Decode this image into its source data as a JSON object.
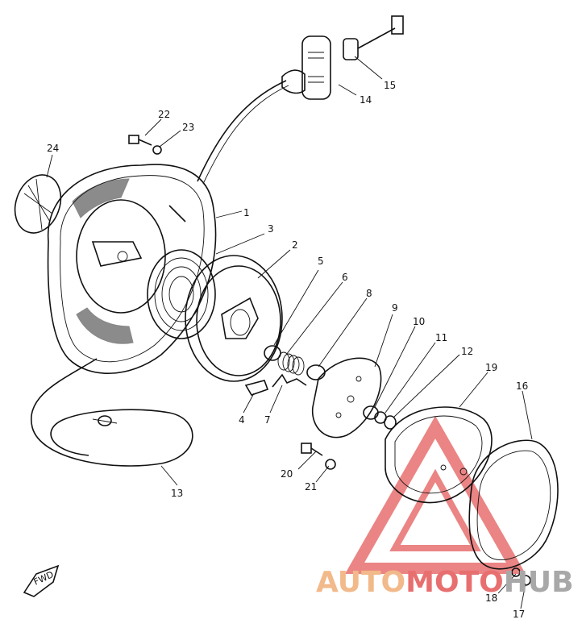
{
  "diagram": {
    "callouts": [
      {
        "id": "c1",
        "label": "1"
      },
      {
        "id": "c2",
        "label": "2"
      },
      {
        "id": "c3",
        "label": "3"
      },
      {
        "id": "c4",
        "label": "4"
      },
      {
        "id": "c5",
        "label": "5"
      },
      {
        "id": "c6",
        "label": "6"
      },
      {
        "id": "c7",
        "label": "7"
      },
      {
        "id": "c8",
        "label": "8"
      },
      {
        "id": "c9",
        "label": "9"
      },
      {
        "id": "c10",
        "label": "10"
      },
      {
        "id": "c11",
        "label": "11"
      },
      {
        "id": "c12",
        "label": "12"
      },
      {
        "id": "c13",
        "label": "13"
      },
      {
        "id": "c14",
        "label": "14"
      },
      {
        "id": "c15",
        "label": "15"
      },
      {
        "id": "c16",
        "label": "16"
      },
      {
        "id": "c17",
        "label": "17"
      },
      {
        "id": "c18",
        "label": "18"
      },
      {
        "id": "c19",
        "label": "19"
      },
      {
        "id": "c20",
        "label": "20"
      },
      {
        "id": "c21",
        "label": "21"
      },
      {
        "id": "c22",
        "label": "22"
      },
      {
        "id": "c23",
        "label": "23"
      },
      {
        "id": "c24",
        "label": "24"
      }
    ],
    "direction_label": "FWD"
  },
  "watermark": {
    "part1": "AUTO",
    "part2": "MOTO",
    "part3": "HUB",
    "color_auto": "#f2b98a",
    "color_moto": "#e86f6f",
    "color_hub": "#a8a8a8"
  }
}
